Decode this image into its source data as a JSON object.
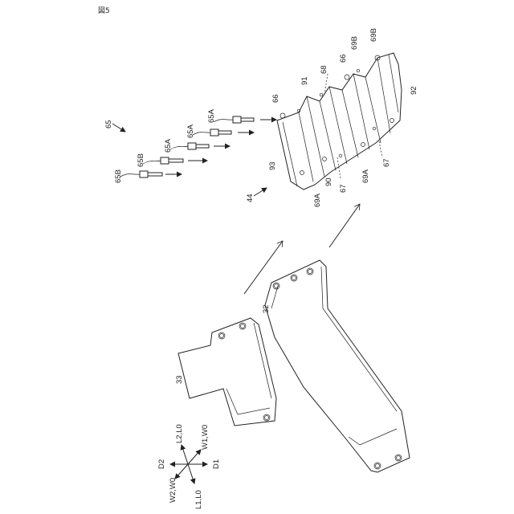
{
  "figure": {
    "title": "図5"
  },
  "labels": {
    "p65": "65",
    "p44": "44",
    "p32": "32",
    "p33": "33",
    "p65A_1": "65A",
    "p65A_2": "65A",
    "p65A_3": "65A",
    "p65B_1": "65B",
    "p65B_2": "65B",
    "p66_1": "66",
    "p66_2": "66",
    "p68": "68",
    "p69B_1": "69B",
    "p69B_2": "69B",
    "p91": "91",
    "p92": "92",
    "p93": "93",
    "p90": "90",
    "p69A_1": "69A",
    "p69A_2": "69A",
    "p67_1": "67",
    "p67_2": "67"
  },
  "axes": {
    "d2": "D2",
    "d1": "D1",
    "l2l0": "L2,L0",
    "w1w0": "W1,W0",
    "w2w0": "W2,W0",
    "l1l0": "L1,L0"
  }
}
